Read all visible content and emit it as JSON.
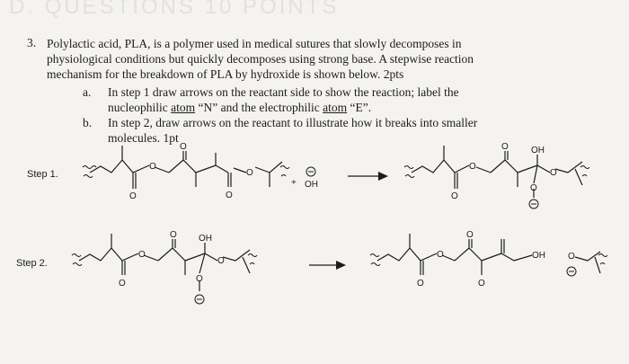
{
  "header_watermark": "D. QUESTIONS 10 POINTS",
  "question": {
    "number": "3.",
    "lines": [
      "Polylactic acid, PLA, is a polymer used in medical sutures that slowly decomposes in",
      "physiological conditions but quickly decomposes using strong base. A stepwise reaction",
      "mechanism for the breakdown of PLA by hydroxide is shown below. 2pts"
    ],
    "part_a": {
      "label": "a.",
      "line1": "In step 1 draw arrows on the reactant side to show the reaction; label the",
      "line2_pre": "nucleophilic ",
      "line2_u1": "atom",
      "line2_mid": " “N” and the electrophilic ",
      "line2_u2": "atom",
      "line2_post": " “E”."
    },
    "part_b": {
      "label": "b.",
      "line1": "In step 2, draw arrows on the reactant to illustrate how it breaks into smaller",
      "line2": "molecules. 1pt"
    }
  },
  "scheme": {
    "step1_label": "Step 1.",
    "step2_label": "Step 2.",
    "plus": "+",
    "hydroxide": "OH",
    "oxygen": "O",
    "oh": "OH",
    "minus": "−"
  }
}
